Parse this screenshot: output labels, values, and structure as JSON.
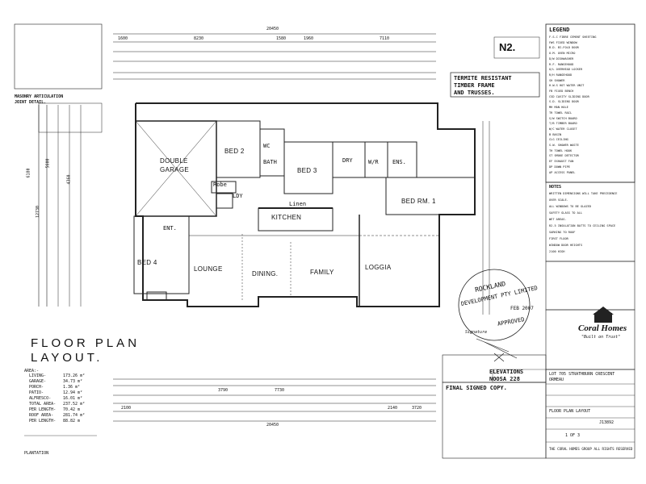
{
  "sheet": {
    "title_line1": "FLOOR  PLAN",
    "title_line2": "LAYOUT.",
    "sheet_code": "N2.",
    "termite_notice": [
      "TERMITE RESISTANT",
      "TIMBER FRAME",
      "AND TRUSSES."
    ],
    "legend_title": "LEGEND",
    "notes_title": "NOTES",
    "masonry_title": [
      "MASONRY ARTICULATION",
      "JOINT DETAIL."
    ],
    "elevations": [
      "ELEVATIONS",
      "NOOSA 228"
    ],
    "final_signed": "FINAL SIGNED COPY.",
    "plantation": "PLANTATION"
  },
  "dimensions": {
    "overall_width": "20450",
    "top_row": [
      "1600",
      "8230",
      "1580",
      "1960",
      "7110"
    ],
    "left_column": [
      "6180",
      "12730",
      "5600",
      "4360"
    ],
    "bottom_row": [
      "2100",
      "3790",
      "7730",
      "2140",
      "3720"
    ],
    "bottom_total": "20450"
  },
  "rooms": {
    "double_garage": [
      "DOUBLE",
      "GARAGE"
    ],
    "bed2": "BED 2",
    "bed3": "BED 3",
    "bed4": "BED 4",
    "bed1": "BED RM. 1",
    "bath": "BATH",
    "wc": "WC",
    "dry": "DRY",
    "wir": "W/R",
    "ens": "ENS.",
    "kitchen": "KITCHEN",
    "lounge": "LOUNGE",
    "dining": "DINING.",
    "family": "FAMILY",
    "loggia": "LOGGIA",
    "ent": "ENT.",
    "ldy": "LDY",
    "robe": "Robe",
    "linen": "Linen"
  },
  "areas": {
    "header": "AREA:-",
    "rows": [
      {
        "label": "LIVING-",
        "value": "173.26 m²"
      },
      {
        "label": "GARAGE-",
        "value": "34.73 m²"
      },
      {
        "label": "PORCH-",
        "value": "1.36 m²"
      },
      {
        "label": "PATIO-",
        "value": "12.94 m²"
      },
      {
        "label": "ALFRESCO-",
        "value": "16.01 m²"
      },
      {
        "label": "TOTAL AREA-",
        "value": "237.52 m²"
      },
      {
        "label": "PER LENGTH-",
        "value": "70.42 m"
      },
      {
        "label": "ROOF AREA-",
        "value": "281.74 m²"
      },
      {
        "label": "PER LENGTH-",
        "value": "88.82 m"
      }
    ]
  },
  "company": {
    "stamp": [
      "ROCKLAND",
      "DEVELOPMENT PTY LIMITED"
    ],
    "approved": "APPROVED",
    "date": "FEB 2007",
    "signature": "Signature",
    "brand": "Coral Homes",
    "tagline": "\"Built on Trust\"",
    "lot": "LOT 705 STRATHBURN CRESCENT",
    "suburb": "ORMEAU",
    "drawing_title": "FLOOR PLAN LAYOUT",
    "job_no": "J13892",
    "sheet_no": "1 OF 3",
    "copyright": "THE CORAL HOMES GROUP ALL RIGHTS RESERVED"
  },
  "legend_items": [
    "F.S.C  FIBRE CEMENT SHEETING",
    "FWS  FIXED WINDOW",
    "B.D.  BI-FOLD DOOR",
    "O.M.  OVEN MICRO",
    "D/W  DISHWASHER",
    "R.F.  RANGEHOOD",
    "O/L  OVERHEAD LOCKER",
    "R/H  RANGEHOOD",
    "SH  SHOWER",
    "H.W.S  HOT WATER UNIT",
    "FB  FIXED BENCH",
    "CSD  CAVITY SLIDING DOOR",
    "S.D.  SLIDING DOOR",
    "MH  MAN HOLE",
    "TR  TOWEL RAIL",
    "S/W  SWITCH BOARD",
    "T/B  TIMBER BOARD",
    "W/C  WATER CLOSET",
    "B  BASIN",
    "CLG  CEILING",
    "S.W.  SHOWER WASTE",
    "TH  TOWEL HOOK",
    "ST  SMOKE DETECTOR",
    "EF  EXHAUST FAN",
    "DP  DOWN PIPE",
    "AP  ACCESS PANEL"
  ],
  "notes_items": [
    "WRITTEN DIMENSIONS WILL TAKE PRECEDENCE",
    "OVER SCALE.",
    "ALL WINDOWS TO BE GLAZED",
    "SAFETY GLASS TO ALL",
    "WET AREAS.",
    "R2.5 INSULATION BATTS TO CEILING SPACE",
    "SARKING TO ROOF",
    "FIRST FLOOR",
    "WINDOW DOOR HEIGHTS",
    "2100 HIGH"
  ]
}
